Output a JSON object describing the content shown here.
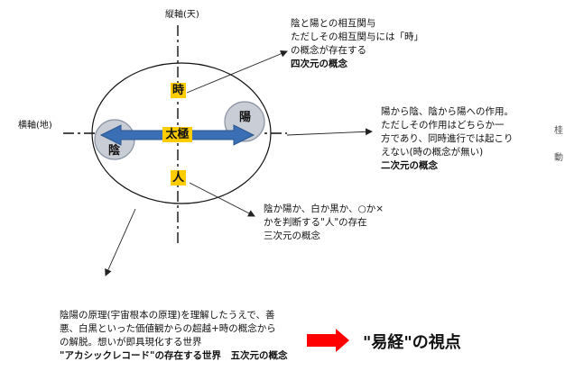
{
  "axes": {
    "vertical_label": "縦軸(天)",
    "horizontal_label": "横軸(地)"
  },
  "center": {
    "time": "時",
    "taikyoku": "太極",
    "yin": "陰",
    "yang": "陽",
    "person": "人"
  },
  "notes": {
    "four_dim": {
      "lines": [
        "陰と陽との相互関与",
        "ただしその相互関与には「時」",
        "の概念が存在する"
      ],
      "title": "四次元の概念"
    },
    "two_dim": {
      "lines": [
        "陽から陰、陰から陽への作用。",
        "ただしその作用はどちらか一",
        "方であり、同時進行では起こり",
        "えない(時の概念が無い)"
      ],
      "title": "二次元の概念"
    },
    "three_dim": {
      "lines": [
        "陰か陽か、白か黒か、○か×",
        "かを判断する\"人\"の存在"
      ],
      "title": "三次元の概念"
    },
    "five_dim": {
      "lines": [
        "陰陽の原理(宇宙根本の原理)を理解したうえで、善",
        "悪、白黒といった価値観からの超越+時の概念から",
        "の解脱。想いが即具現化する世界"
      ],
      "title": "\"アカシックレコード\"の存在する世界　五次元の概念"
    }
  },
  "conclusion": {
    "text": "\"易経\"の視点"
  },
  "edge_fragments": [
    "桂",
    "動"
  ],
  "colors": {
    "tag_yellow": "#ffcc00",
    "arrow_blue": "#3a6fb6",
    "circle_gray": "#c9ced6",
    "conclusion_red": "#ff0000"
  }
}
